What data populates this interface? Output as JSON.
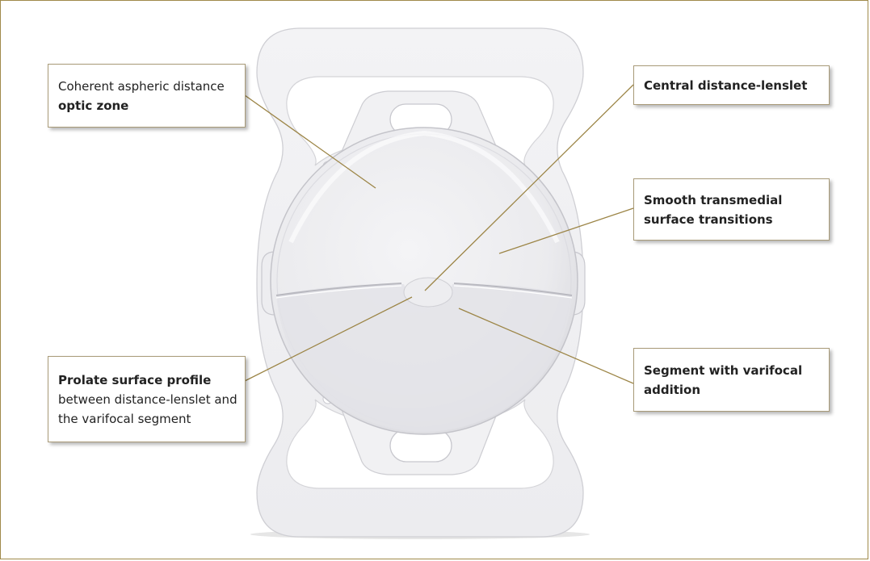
{
  "callouts": {
    "optic_zone": {
      "line1": "Coherent aspheric distance",
      "line2": "optic zone"
    },
    "central_lenslet": {
      "line1": "Central distance-lenslet"
    },
    "smooth_transitions": {
      "line1": "Smooth transmedial",
      "line2": "surface transitions"
    },
    "prolate_profile": {
      "line1": "Prolate surface profile",
      "line2": "between distance-lenslet and",
      "line3": "the varifocal segment"
    },
    "segment_varifocal": {
      "line1": "Segment with varifocal",
      "line2": "addition"
    }
  },
  "colors": {
    "frame_border": "#a08a4a",
    "leader_line": "#9c8546",
    "callout_border": "#a89a78",
    "lens_haptic": "#f0f0f2",
    "lens_optic": "#eeeef0"
  }
}
